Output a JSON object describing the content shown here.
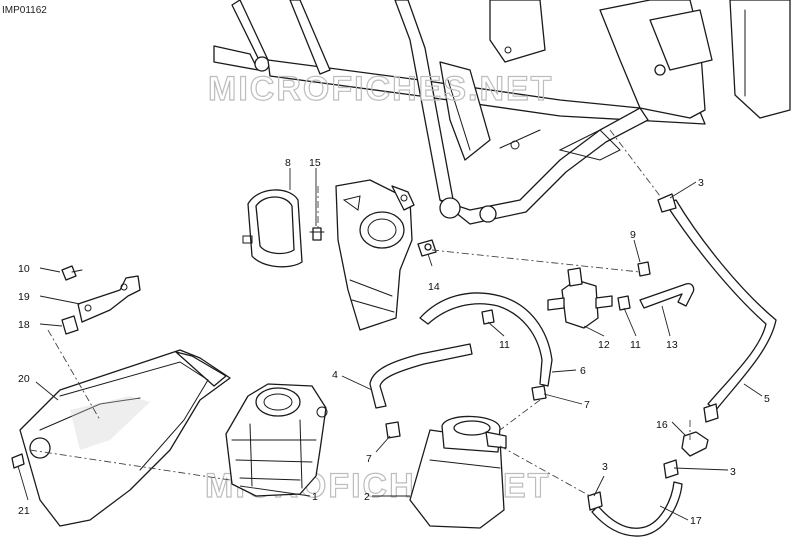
{
  "drawing_code": "IMP01162",
  "watermark": "MICROFICHES.NET",
  "callouts": [
    {
      "id": "1",
      "label": "1"
    },
    {
      "id": "2",
      "label": "2"
    },
    {
      "id": "3a",
      "label": "3"
    },
    {
      "id": "3b",
      "label": "3"
    },
    {
      "id": "3c",
      "label": "3"
    },
    {
      "id": "4",
      "label": "4"
    },
    {
      "id": "5",
      "label": "5"
    },
    {
      "id": "6",
      "label": "6"
    },
    {
      "id": "7a",
      "label": "7"
    },
    {
      "id": "7b",
      "label": "7"
    },
    {
      "id": "8",
      "label": "8"
    },
    {
      "id": "9",
      "label": "9"
    },
    {
      "id": "10",
      "label": "10"
    },
    {
      "id": "11a",
      "label": "11"
    },
    {
      "id": "11b",
      "label": "11"
    },
    {
      "id": "12",
      "label": "12"
    },
    {
      "id": "13",
      "label": "13"
    },
    {
      "id": "14",
      "label": "14"
    },
    {
      "id": "15",
      "label": "15"
    },
    {
      "id": "16",
      "label": "16"
    },
    {
      "id": "17",
      "label": "17"
    },
    {
      "id": "19",
      "label": "19"
    },
    {
      "id": "18",
      "label": "18"
    },
    {
      "id": "20",
      "label": "20"
    },
    {
      "id": "21",
      "label": "21"
    }
  ]
}
